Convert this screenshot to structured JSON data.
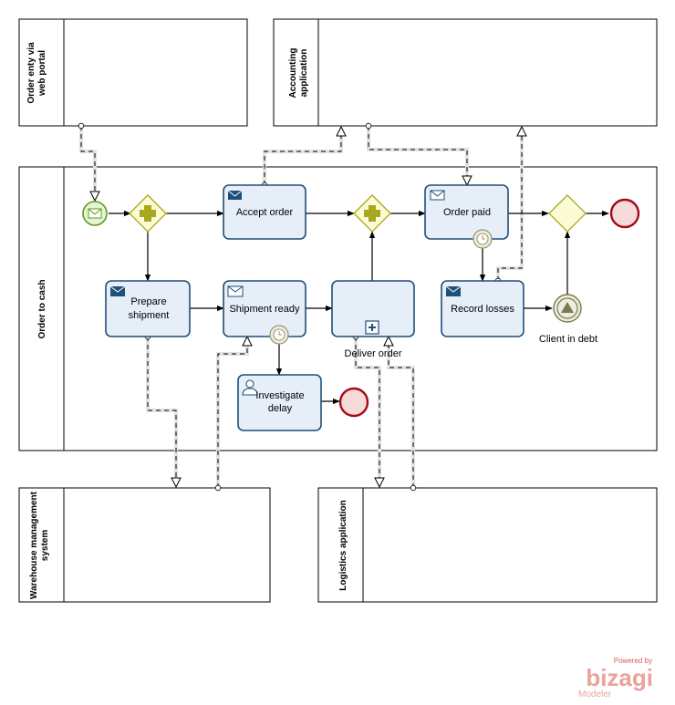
{
  "pools": {
    "order_entry": "Order enty via web portal",
    "accounting": "Accounting application",
    "order_to_cash": "Order to cash",
    "warehouse": "Warehouse management system",
    "logistics": "Logistics application"
  },
  "tasks": {
    "accept_order": "Accept order",
    "order_paid": "Order paid",
    "prepare_shipment_1": "Prepare",
    "prepare_shipment_2": "shipment",
    "shipment_ready": "Shipment ready",
    "record_losses": "Record losses",
    "investigate_delay_1": "Investigate",
    "investigate_delay_2": "delay",
    "deliver_order": "Deliver order"
  },
  "events": {
    "client_in_debt": "Client in debt"
  },
  "branding": {
    "powered_by": "Powered by",
    "brand": "bizagi",
    "product": "Modeler"
  },
  "colors": {
    "task_fill": "#e6eef8",
    "task_stroke": "#1f4f7a",
    "gateway_stroke": "#a8a81e",
    "end_event_stroke": "#a30b14",
    "start_event_stroke": "#5b9a1e",
    "brand": "#e8a39b"
  }
}
